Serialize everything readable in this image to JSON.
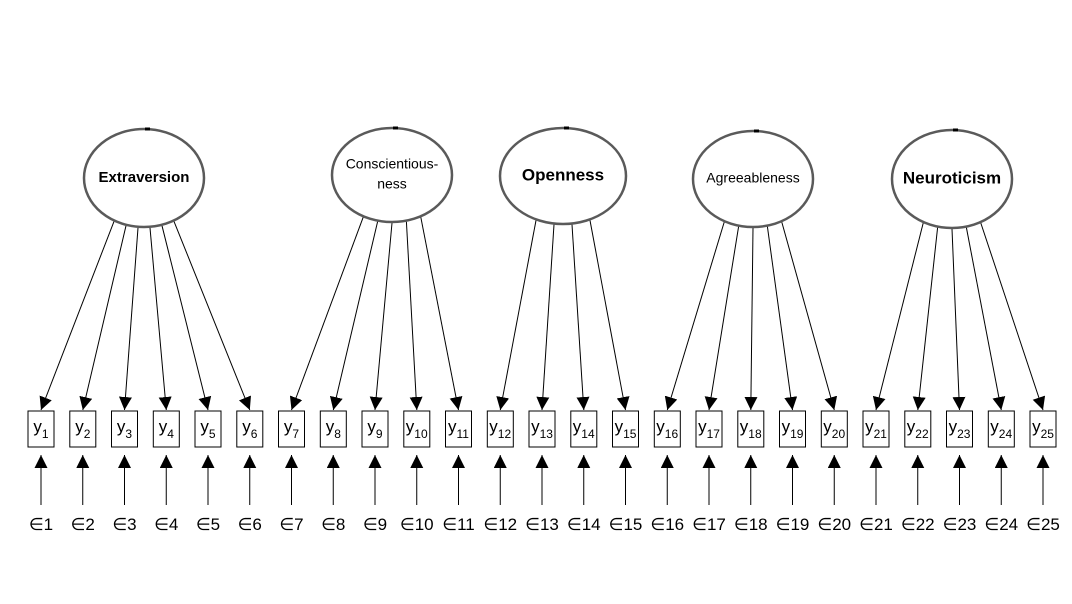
{
  "factors": [
    {
      "id": "extraversion",
      "label_lines": [
        "Extraversion"
      ],
      "style": "bold",
      "indicators": [
        1,
        2,
        3,
        4,
        5,
        6
      ]
    },
    {
      "id": "conscientiousness",
      "label_lines": [
        "Conscientious-",
        "ness"
      ],
      "style": "plain",
      "indicators": [
        7,
        8,
        9,
        10,
        11
      ]
    },
    {
      "id": "openness",
      "label_lines": [
        "Openness"
      ],
      "style": "bold-big",
      "indicators": [
        12,
        13,
        14,
        15
      ]
    },
    {
      "id": "agreeableness",
      "label_lines": [
        "Agreeableness"
      ],
      "style": "plain",
      "indicators": [
        16,
        17,
        18,
        19,
        20
      ]
    },
    {
      "id": "neuroticism",
      "label_lines": [
        "Neuroticism"
      ],
      "style": "bold-big",
      "indicators": [
        21,
        22,
        23,
        24,
        25
      ]
    }
  ],
  "indicators": [
    {
      "base": "y",
      "sub": "1"
    },
    {
      "base": "y",
      "sub": "2"
    },
    {
      "base": "y",
      "sub": "3"
    },
    {
      "base": "y",
      "sub": "4"
    },
    {
      "base": "y",
      "sub": "5"
    },
    {
      "base": "y",
      "sub": "6"
    },
    {
      "base": "y",
      "sub": "7"
    },
    {
      "base": "y",
      "sub": "8"
    },
    {
      "base": "y",
      "sub": "9"
    },
    {
      "base": "y",
      "sub": "10"
    },
    {
      "base": "y",
      "sub": "11"
    },
    {
      "base": "y",
      "sub": "12"
    },
    {
      "base": "y",
      "sub": "13"
    },
    {
      "base": "y",
      "sub": "14"
    },
    {
      "base": "y",
      "sub": "15"
    },
    {
      "base": "y",
      "sub": "16"
    },
    {
      "base": "y",
      "sub": "17"
    },
    {
      "base": "y",
      "sub": "18"
    },
    {
      "base": "y",
      "sub": "19"
    },
    {
      "base": "y",
      "sub": "20"
    },
    {
      "base": "y",
      "sub": "21"
    },
    {
      "base": "y",
      "sub": "22"
    },
    {
      "base": "y",
      "sub": "23"
    },
    {
      "base": "y",
      "sub": "24"
    },
    {
      "base": "y",
      "sub": "25"
    }
  ],
  "errors": [
    "∈1",
    "∈2",
    "∈3",
    "∈4",
    "∈5",
    "∈6",
    "∈7",
    "∈8",
    "∈9",
    "∈10",
    "∈11",
    "∈12",
    "∈13",
    "∈14",
    "∈15",
    "∈16",
    "∈17",
    "∈18",
    "∈19",
    "∈20",
    "∈21",
    "∈22",
    "∈23",
    "∈24",
    "∈25"
  ]
}
